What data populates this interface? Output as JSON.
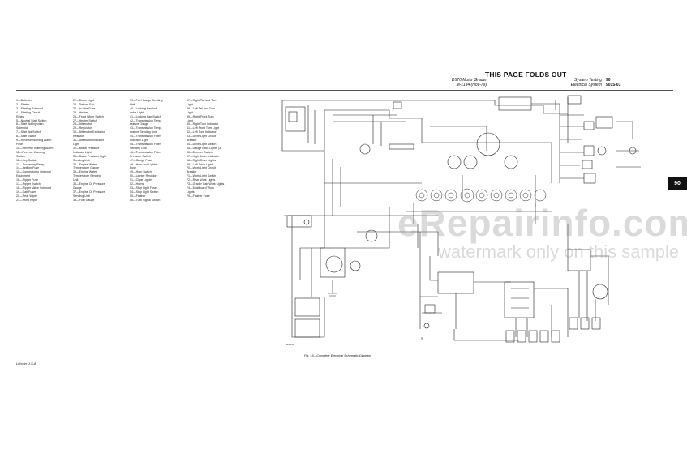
{
  "header": {
    "title": "THIS PAGE FOLDS OUT",
    "model": "D570 Motor Grader",
    "manual": "M-1134 (Nov-79)",
    "section_line1": "System Testing",
    "section_line2": "Electrical System",
    "page_num": "90",
    "page_code": "9015-03"
  },
  "legend": {
    "col1": [
      "1—Batteries",
      "2—Starter",
      "3—Starting Solenoid",
      "4—Starting Circuit",
      "Relay",
      "5—Neutral Start Switch",
      "6—Start Aid Injection",
      "Solenoid",
      "7—Start Aid Switch",
      "8—Start Switch",
      "9—Reverse Warning Alarm",
      "Fuse",
      "10—Reverse Warning Alarm",
      "11—Reverse Warning",
      "Switch",
      "12—Key Switch",
      "13—Accessory Relay",
      "14—Ignition Fuse",
      "15—Connector to Optional",
      "Equipment",
      "16—Ripper Fuse",
      "17—Ripper Switch",
      "18—Ripper Valve Solenoid",
      "19—Cab Fuses",
      "20—Rear Wiper",
      "21—Front Wiper"
    ],
    "col2": [
      "22—Dome Light",
      "23—Defrost Fan",
      "24—In Line Fuse",
      "25—Heater",
      "26—Front Wiper Switch",
      "27—Heater Switch",
      "28—Alternator",
      "29—Regulator",
      "30—Alternator Excitation",
      "Resistor",
      "31—Alternator Indicator",
      "Light",
      "32—Brake Pressure",
      "Indicator Light",
      "33—Brake Pressure Light",
      "Sending Unit",
      "34—Engine Water",
      "Temperature Gauge",
      "35—Engine Water",
      "Temperature Sending",
      "Unit",
      "36—Engine Oil Pressure",
      "Gauge",
      "37—Engine Oil Pressure",
      "Sending Unit",
      "38—Fuel Gauge"
    ],
    "col3": [
      "39—Fuel Gauge Sending",
      "Unit",
      "40—Locking Fan Indi-",
      "cator Light",
      "41—Locking Fan Switch",
      "42—Transmission Temp-",
      "erature Gauge",
      "43—Transmission Temp-",
      "erature Sending Unit",
      "44—Transmission Filter",
      "Indicator Light",
      "45—Transmission Filter",
      "Sending Unit",
      "46—Transmission Filter",
      "Pressure Switch",
      "47—Gauge Fuse",
      "48—Horn and Lighter",
      "Fuse",
      "49—Horn Switch",
      "50—Lighter Resistor",
      "51—Cigar Lighter",
      "52—Horns",
      "53—Stop Light Fuse",
      "54—Stop Light Switch",
      "55—Flasher",
      "56—Turn Signal Switch"
    ],
    "col4": [
      "57—Right Tail and Turn",
      "Light",
      "58—Left Tail and Turn",
      "Light",
      "59—Right Front Turn",
      "Light",
      "60—Right Turn Indicator",
      "61—Left Front Turn Light",
      "62—Left Turn Indicator",
      "63—Drive Light Circuit",
      "Breaker",
      "64—Drive Light Switch",
      "65—Gauge Back Lights (3)",
      "66—Dimmer Switch",
      "67—High Beam Indicator",
      "68—Right Drive Lights",
      "69—Left Drive Lights",
      "70—Work Light Circuit",
      "Breaker",
      "71—Work Light Switch",
      "72—Rear Work Lights",
      "73—Grader Cab Work Lights",
      "74—Moldboard Work",
      "Lights",
      "75—Flasher Fuse"
    ]
  },
  "figure": {
    "caption": "Fig. 16—Complete Electrical Schematic Diagram",
    "code": "R26850"
  },
  "tab_label": "90",
  "footer": {
    "litho": "Litho in U.S.A."
  },
  "watermarks": {
    "site": "eRepairinfo.com",
    "note": "watermark only on this sample"
  },
  "colors": {
    "ink": "#111111",
    "tab_bg": "#111111",
    "watermark": "#969696"
  }
}
